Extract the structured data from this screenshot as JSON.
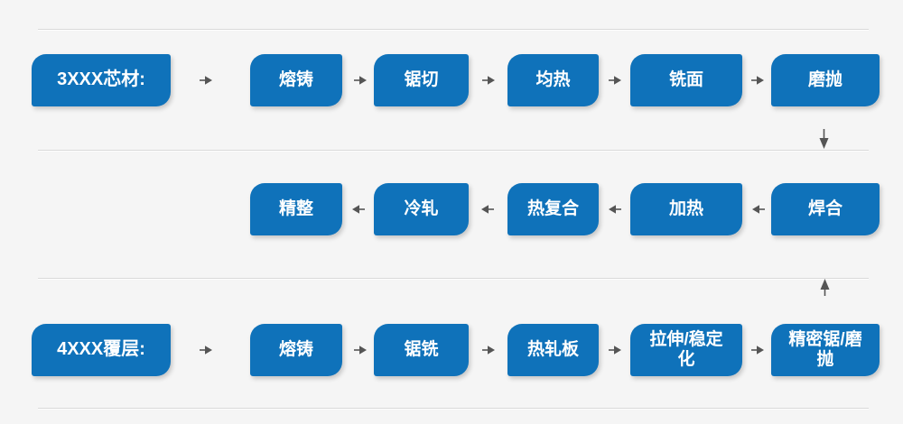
{
  "colors": {
    "background": "#f5f5f5",
    "box-blue": "#0f72ba",
    "box-text": "#ffffff",
    "divider": "#d9d9d9",
    "arrow": "#555555"
  },
  "flow": {
    "rows": [
      {
        "label": "3XXX芯材:",
        "direction": "right",
        "steps": [
          "熔铸",
          "锯切",
          "均热",
          "铣面",
          "磨抛"
        ]
      },
      {
        "direction": "left",
        "steps": [
          "精整",
          "冷轧",
          "热复合",
          "加热",
          "焊合"
        ]
      },
      {
        "label": "4XXX覆层:",
        "direction": "right",
        "steps": [
          "熔铸",
          "锯铣",
          "热轧板",
          "拉伸/稳定化",
          "精密锯/磨抛"
        ]
      }
    ]
  }
}
